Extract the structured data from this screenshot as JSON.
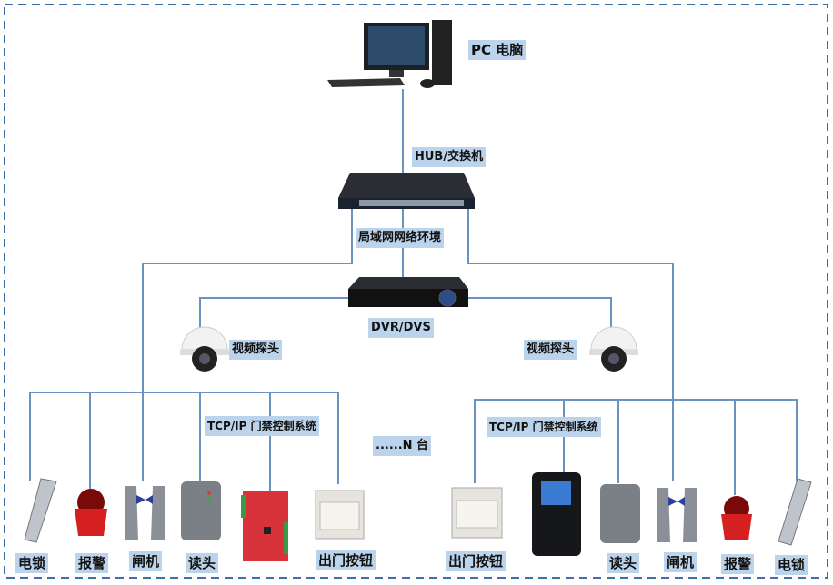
{
  "labels": {
    "pc": "PC 电脑",
    "hub": "HUB/交换机",
    "lan": "局域网网络环境",
    "dvr": "DVR/DVS",
    "camera_left": "视频探头",
    "camera_right": "视频探头",
    "tcp_left": "TCP/IP 门禁控制系统",
    "tcp_right": "TCP/IP 门禁控制系统",
    "n_units": "......N 台",
    "left_devices": [
      "电锁",
      "报警",
      "闸机",
      "读头",
      "出门按钮"
    ],
    "right_devices": [
      "出门按钮",
      "读头",
      "闸机",
      "报警",
      "电锁"
    ]
  },
  "colors": {
    "line": "#6a93bf",
    "label_bg": "#bcd3ec",
    "border": "#3f6fa8"
  }
}
